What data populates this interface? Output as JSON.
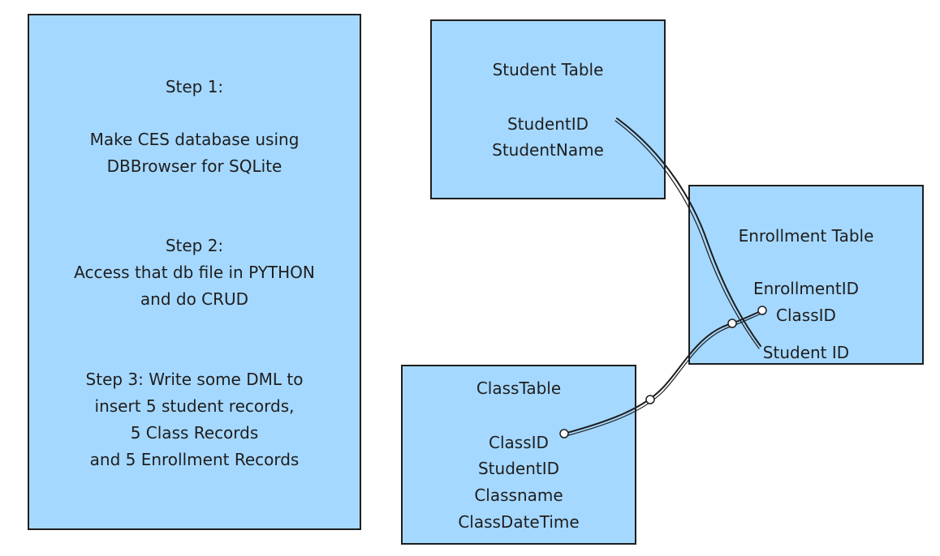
{
  "colors": {
    "box_fill": "#a5d8ff",
    "stroke": "#1e1e1e",
    "background": "#ffffff",
    "handle_fill": "#ffffff"
  },
  "steps_box": {
    "step1_title": "Step 1:",
    "step1_line1": "Make CES database using",
    "step1_line2": "DBBrowser for SQLite",
    "step2_title": "Step 2:",
    "step2_line1": "Access that db file in PYTHON",
    "step2_line2": "and do CRUD",
    "step3_line1": "Step 3: Write some DML to",
    "step3_line2": "insert 5 student records,",
    "step3_line3": "5 Class Records",
    "step3_line4": "and 5 Enrollment Records"
  },
  "student_table": {
    "title": "Student Table",
    "fields": [
      "StudentID",
      "StudentName"
    ]
  },
  "enrollment_table": {
    "title": "Enrollment Table",
    "fields": [
      "EnrollmentID",
      "ClassID",
      "Student ID"
    ]
  },
  "class_table": {
    "title": "ClassTable",
    "fields": [
      "ClassID",
      "StudentID",
      "Classname",
      "ClassDateTime"
    ]
  }
}
